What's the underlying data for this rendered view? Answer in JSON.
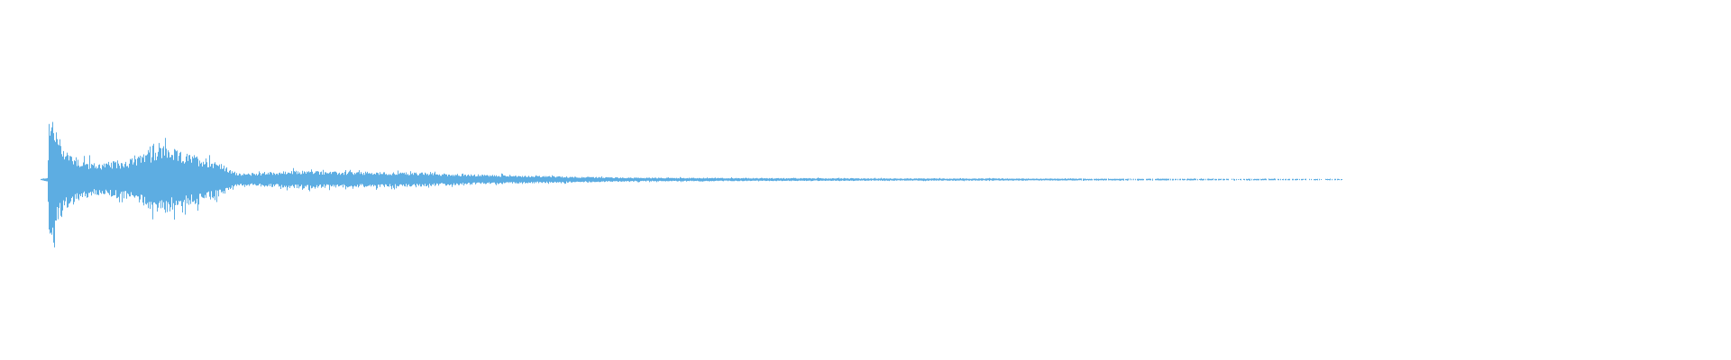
{
  "waveform": {
    "color": "#5dade2",
    "background": "#ffffff",
    "envelope": [
      [
        0.0,
        0.01
      ],
      [
        0.005,
        0.03
      ],
      [
        0.006,
        0.83
      ],
      [
        0.009,
        1.0
      ],
      [
        0.012,
        0.76
      ],
      [
        0.016,
        0.56
      ],
      [
        0.022,
        0.42
      ],
      [
        0.03,
        0.31
      ],
      [
        0.042,
        0.25
      ],
      [
        0.058,
        0.28
      ],
      [
        0.075,
        0.35
      ],
      [
        0.087,
        0.49
      ],
      [
        0.095,
        0.53
      ],
      [
        0.107,
        0.42
      ],
      [
        0.124,
        0.35
      ],
      [
        0.136,
        0.28
      ],
      [
        0.146,
        0.14
      ],
      [
        0.155,
        0.09
      ],
      [
        0.17,
        0.11
      ],
      [
        0.204,
        0.14
      ],
      [
        0.228,
        0.12
      ],
      [
        0.288,
        0.11
      ],
      [
        0.33,
        0.08
      ],
      [
        0.373,
        0.06
      ],
      [
        0.424,
        0.04
      ],
      [
        0.458,
        0.03
      ],
      [
        0.627,
        0.02
      ],
      [
        0.797,
        0.015
      ],
      [
        0.95,
        0.012
      ],
      [
        1.0,
        0.01
      ]
    ]
  }
}
